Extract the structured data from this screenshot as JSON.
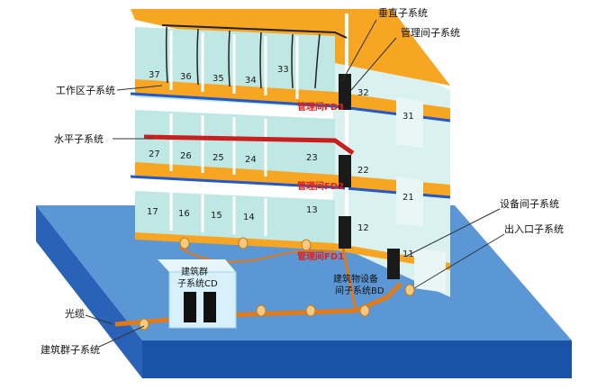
{
  "labels": {
    "vertical": "垂直子系统",
    "equipment_room": "管理间子系统",
    "work_area": "工作区子系统",
    "horizontal": "水平子系统",
    "equipment": "设备间子系统",
    "entrance": "出入口子系统",
    "fiber": "光缆",
    "campus": "建筑群子系统",
    "campus_box_line1": "建筑群",
    "campus_box_line2": "子系统CD",
    "bd_line1": "建筑物设备",
    "bd_line2": "间子系统BD"
  },
  "floor_distributors": [
    "管理间FD3",
    "管理间FD2",
    "管理间FD1"
  ],
  "rooms": {
    "floor3": [
      "37",
      "36",
      "35",
      "34",
      "33",
      "32",
      "31"
    ],
    "floor2": [
      "27",
      "26",
      "25",
      "24",
      "23",
      "22",
      "21"
    ],
    "floor1": [
      "17",
      "16",
      "15",
      "14",
      "13",
      "12",
      "11"
    ]
  },
  "colors": {
    "ground": "#5b97d5",
    "ground_edge": "#1a52a8",
    "floor_slab": "#f6a623",
    "wall": "#bfe7e3",
    "floor_line": "#2458c9",
    "horizontal_cable": "#c8201e",
    "conduit": "#e07a1a"
  }
}
